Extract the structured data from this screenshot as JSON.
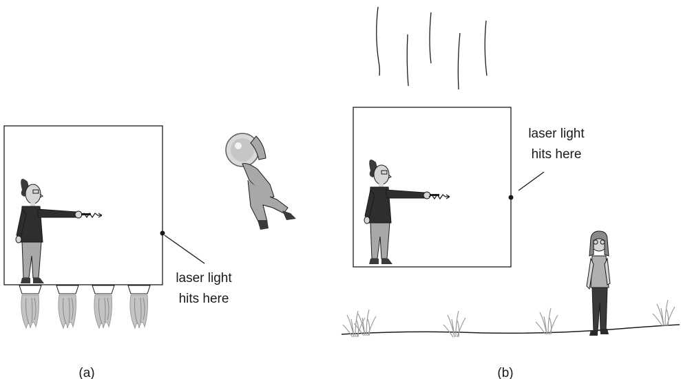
{
  "panel_a": {
    "label_line1": "laser light",
    "label_line2": "hits here",
    "caption": "(a)"
  },
  "panel_b": {
    "label_line1": "laser light",
    "label_line2": "hits here",
    "caption": "(b)"
  },
  "colors": {
    "ink": "#1a1a1a",
    "skin": "#cfcfcf",
    "shirt": "#2e2e2e",
    "pants": "#a8a8a8",
    "grass": "#9a9a9a"
  }
}
